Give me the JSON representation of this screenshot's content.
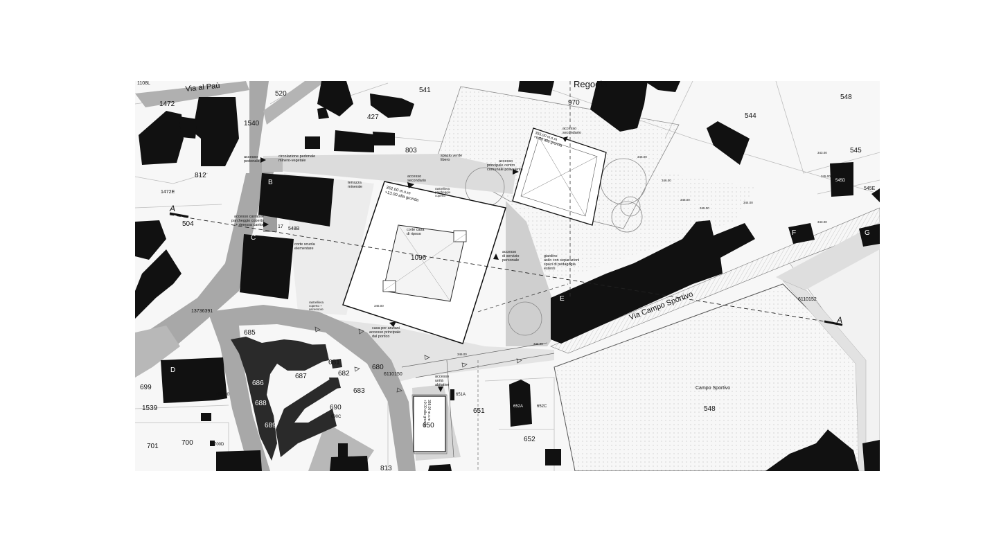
{
  "streets": {
    "via_al_pau": "Via al Paù",
    "regogia": "Regogia",
    "via_campo_sportivo": "Via Campo Sportivo"
  },
  "sections": {
    "a1": "A",
    "a2": "A"
  },
  "buildings": {
    "b": "B",
    "c": "C",
    "d": "D",
    "e": "E",
    "f": "F",
    "g": "G"
  },
  "parcels": {
    "p1108l": "1108L",
    "p1472": "1472",
    "p1540": "1540",
    "p520": "520",
    "p427": "427",
    "p541": "541",
    "p970": "970",
    "p548a": "548",
    "p544": "544",
    "p545": "545",
    "p812": "812",
    "p803": "803",
    "p1472e": "1472E",
    "p504": "504",
    "p548b": "548B",
    "p1096": "1096",
    "p13736391": "13736391",
    "p685": "685",
    "p681": "681",
    "p687": "687",
    "p682": "682",
    "p680": "680",
    "p683": "683",
    "p690": "690",
    "p690c": "690C",
    "p686": "686",
    "p688": "688",
    "p689": "689",
    "p699": "699",
    "p1539": "1539",
    "p701": "701",
    "p700": "700",
    "p700d": "700D",
    "p736390": "736390",
    "p813": "813",
    "p650": "650",
    "p651": "651",
    "p651a": "651A",
    "p652": "652",
    "p652a": "652A",
    "p652c": "652C",
    "p548c": "548",
    "p6110152": "6110152",
    "p6110150": "6110150",
    "p545e": "545E",
    "p545d": "545D"
  },
  "annotations": {
    "accesso_pedonale": [
      "accesso",
      "pedonale"
    ],
    "circolazione": [
      "circolazione pedonale",
      "minero-vegetale"
    ],
    "terrazza": [
      "terrazza",
      "minerale"
    ],
    "accesso_carrabile": [
      "accesso carrabile",
      "parcheggio coperto",
      "+ rimessa cantoni"
    ],
    "accesso_secondario_1": [
      "accesso",
      "secondario"
    ],
    "rastrelliera": [
      "rastrelliera",
      "parcheggio",
      "coperto"
    ],
    "spazio_verde": [
      "spazio verde",
      "libero"
    ],
    "accesso_principale_centro": [
      "accesso",
      "principale centro",
      "comunale polivalente"
    ],
    "accesso_secondario_2": [
      "accesso",
      "secondario"
    ],
    "quota_e": [
      "355.00 m.s.m",
      "+6.00 alla gronda"
    ],
    "quota_main": [
      "362.00 m.s.m",
      "+13.00 alla gronda"
    ],
    "corte": [
      "corte casa",
      "di riposo"
    ],
    "corte_scuola": [
      "corte scuola",
      "elementare"
    ],
    "accesso_servizio": [
      "accesso",
      "di servizio",
      "personale"
    ],
    "giardino": [
      "giardino",
      "asilo con separazioni",
      "spazi di pedagogia",
      "esterni"
    ],
    "casa_anziani": [
      "casa per anziani",
      "accesso principale",
      "dal portico"
    ],
    "rastrelliera_2": [
      "rastrelliera",
      "coperto +",
      "ascensore"
    ],
    "accesso_unita": [
      "accesso",
      "unità",
      "abitative"
    ],
    "quota_650": [
      "358.00 m.s.m",
      "+9.00 alla gronda"
    ],
    "campo_sportivo": "Campo Sportivo",
    "elev_346_a": "346.00",
    "elev_346_b": "346.00",
    "elev_346_c": "346.00",
    "elev_345_a": "345.00",
    "elev_344_a": "344.00",
    "elev_343_a": "343.00",
    "elev_346_d": "346.00",
    "elev_346_e": "346.00",
    "elev_346_f": "346.00",
    "elev_345_b": "345.00",
    "elev_343_b": "343.00",
    "n17": "17"
  },
  "colors": {
    "road": "#a9a9a9",
    "plaza": "#dcdcdc",
    "plaza_light": "#ececec",
    "building": "#111111",
    "gray_building": "#333333",
    "line": "#555555"
  }
}
